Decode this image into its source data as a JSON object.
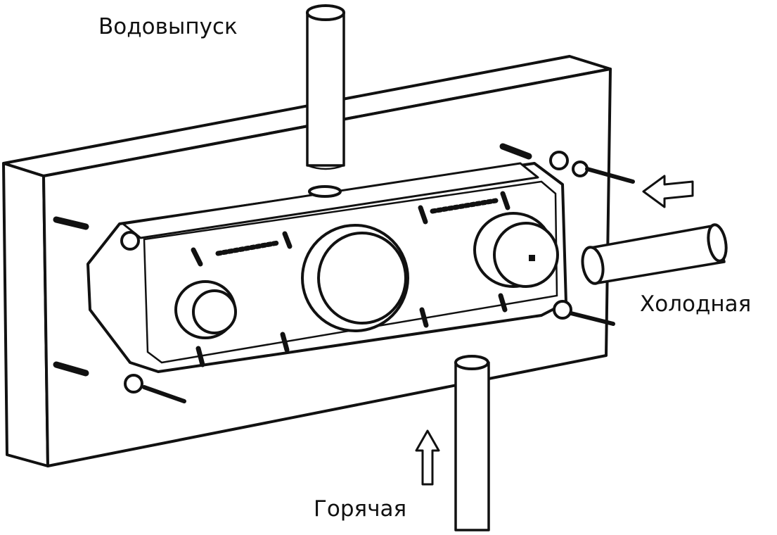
{
  "labels": {
    "outlet": "Водовыпуск",
    "cold": "Холодная",
    "hot": "Горячая"
  },
  "colors": {
    "line": "#111111",
    "background": "#ffffff"
  }
}
